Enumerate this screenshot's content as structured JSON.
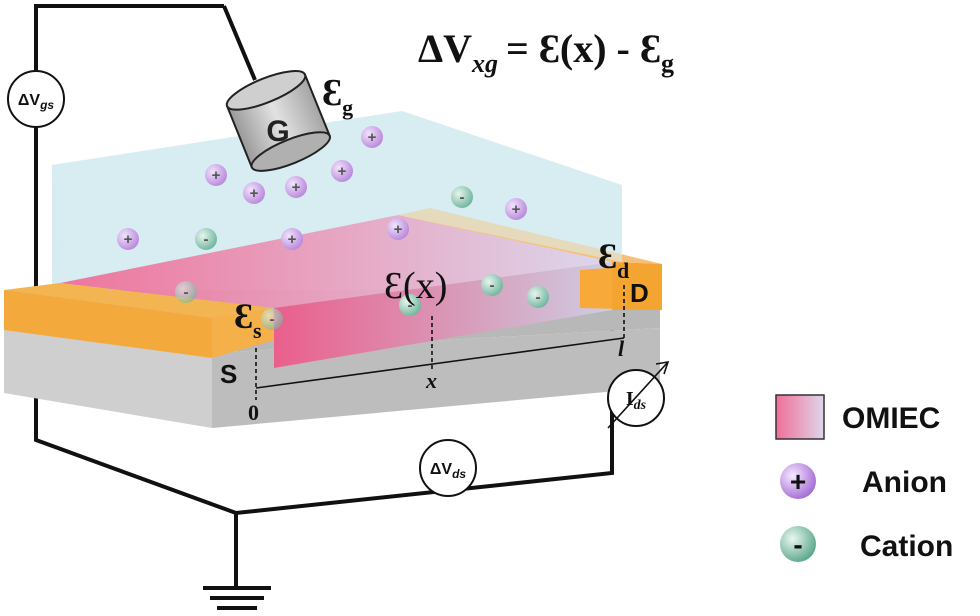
{
  "equation": {
    "lhs_prefix": "ΔV",
    "lhs_sub": "xg",
    "rhs": "= Ɛ(x) - Ɛ",
    "rhs_sub": "g"
  },
  "gate": {
    "letter": "G",
    "potential_symbol": "Ɛ",
    "potential_sub": "g"
  },
  "source": {
    "letter": "S",
    "potential_symbol": "Ɛ",
    "potential_sub": "s",
    "position_label": "0"
  },
  "drain": {
    "letter": "D",
    "potential_symbol": "Ɛ",
    "potential_sub": "d",
    "position_label": "l"
  },
  "channel": {
    "potential_label": "Ɛ(x)",
    "position_label": "x"
  },
  "meters": {
    "gate_source": {
      "prefix": "ΔV",
      "sub": "gs"
    },
    "drain_source": {
      "prefix": "ΔV",
      "sub": "ds"
    },
    "current": {
      "prefix": "I",
      "sub": "ds"
    }
  },
  "ions": {
    "anion_symbol": "+",
    "cation_symbol": "-"
  },
  "legend": {
    "omiec_label": "OMIEC",
    "anion_label": "Anion",
    "cation_label": "Cation"
  },
  "colors": {
    "electrolyte": "#cfeaf0",
    "electrode": "#f7a531",
    "substrate": "#c8c8c8",
    "omiec_start": "#f07ca0",
    "omiec_end": "#e8d0e0",
    "anion": "#c79ee6",
    "cation": "#8fc7b3"
  }
}
